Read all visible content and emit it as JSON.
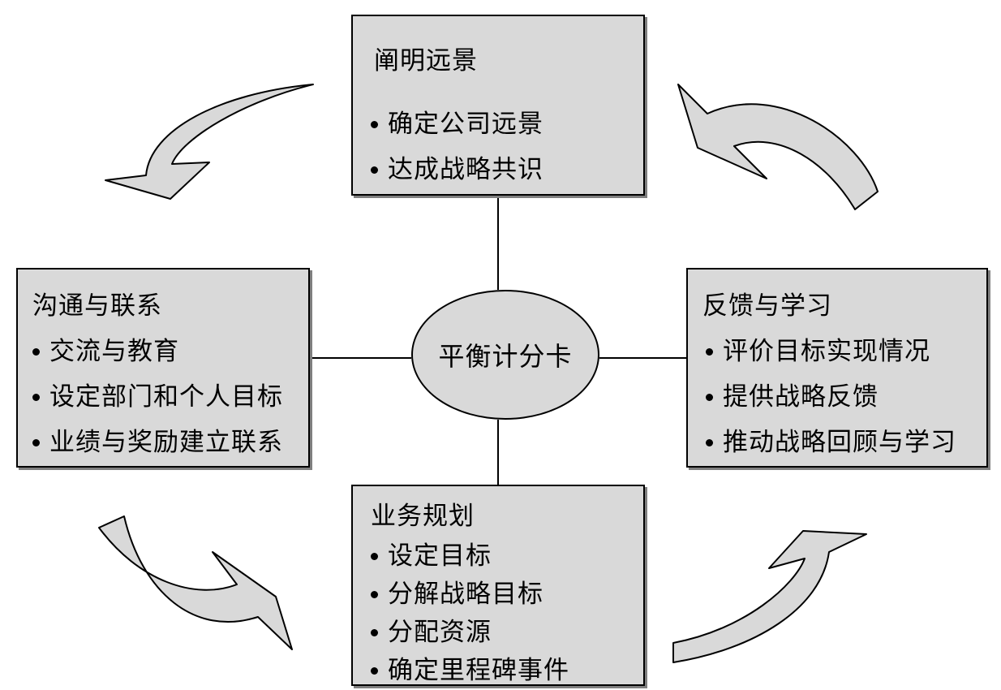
{
  "diagram": {
    "center": {
      "label": "平衡计分卡"
    },
    "top": {
      "title": "阐明远景",
      "items": [
        "确定公司远景",
        "达成战略共识"
      ]
    },
    "left": {
      "title": "沟通与联系",
      "items": [
        "交流与教育",
        "设定部门和个人目标",
        "业绩与奖励建立联系"
      ]
    },
    "right": {
      "title": "反馈与学习",
      "items": [
        "评价目标实现情况",
        "提供战略反馈",
        "推动战略回顾与学习"
      ]
    },
    "bottom": {
      "title": "业务规划",
      "items": [
        "设定目标",
        "分解战略目标",
        "分配资源",
        "确定里程碑事件"
      ]
    }
  },
  "colors": {
    "box_fill": "#d9d9d9",
    "arrow_fill": "#d9d9d9",
    "outline": "#000000",
    "background": "#ffffff"
  }
}
